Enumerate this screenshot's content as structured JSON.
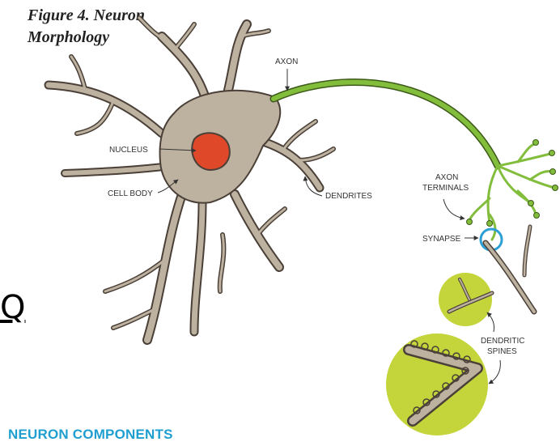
{
  "title": {
    "line1": "Figure 4. Neuron",
    "line2": "Morphology"
  },
  "labels": {
    "axon": "AXON",
    "nucleus": "NUCLEUS",
    "cell_body": "CELL BODY",
    "dendrites": "DENDRITES",
    "axon_terminals_1": "AXON",
    "axon_terminals_2": "TERMINALS",
    "synapse": "SYNAPSE",
    "dendritic_spines_1": "DENDRITIC",
    "dendritic_spines_2": "SPINES"
  },
  "footer": "NEURON COMPONENTS",
  "edge_glyph": "Q",
  "colors": {
    "cell_body": "#bdb1a0",
    "outline": "#4a4038",
    "nucleus": "#e0482a",
    "axon": "#82bd3c",
    "spine_circle": "#c3d53a",
    "synapse_ring": "#2d9fd4",
    "footer": "#1f9fd0"
  }
}
